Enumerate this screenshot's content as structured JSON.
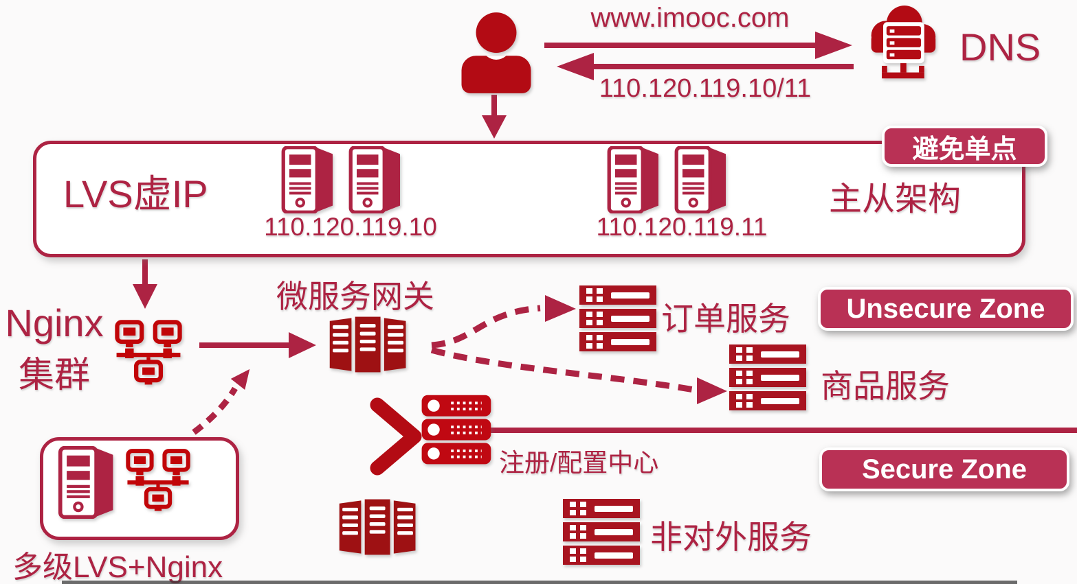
{
  "colors": {
    "crimson": "#AD2343",
    "red": "#B30B14",
    "dark_red": "#9E1113",
    "stack_red": "#A81420",
    "registry_red": "#C00812",
    "cluster_red": "#C10508",
    "badge": "#B93155"
  },
  "top": {
    "domain": "www.imooc.com",
    "ip_response": "110.120.119.10/11",
    "dns_label": "DNS"
  },
  "lvs_box": {
    "label": "LVS虚IP",
    "ip_left": "110.120.119.10",
    "ip_right": "110.120.119.11",
    "architecture": "主从架构",
    "badge": "避免单点"
  },
  "nginx": {
    "line1": "Nginx",
    "line2": "集群"
  },
  "gateway": {
    "label": "微服务网关"
  },
  "services": {
    "order": "订单服务",
    "product": "商品服务",
    "registry": "注册/配置中心",
    "internal": "非对外服务"
  },
  "zones": {
    "unsecure": "Unsecure Zone",
    "secure": "Secure Zone"
  },
  "bottom_left": {
    "label": "多级LVS+Nginx"
  },
  "icons": {
    "user": "person-silhouette",
    "dns": "cloud-with-server-rack",
    "tower_server": "tower-server",
    "cluster": "network-of-monitors",
    "gateway_rack": "server-rack-cabinets",
    "service_stack": "stacked-server-bars",
    "registry_stack": "stacked-rack-units",
    "chevron": "right-chevron"
  }
}
